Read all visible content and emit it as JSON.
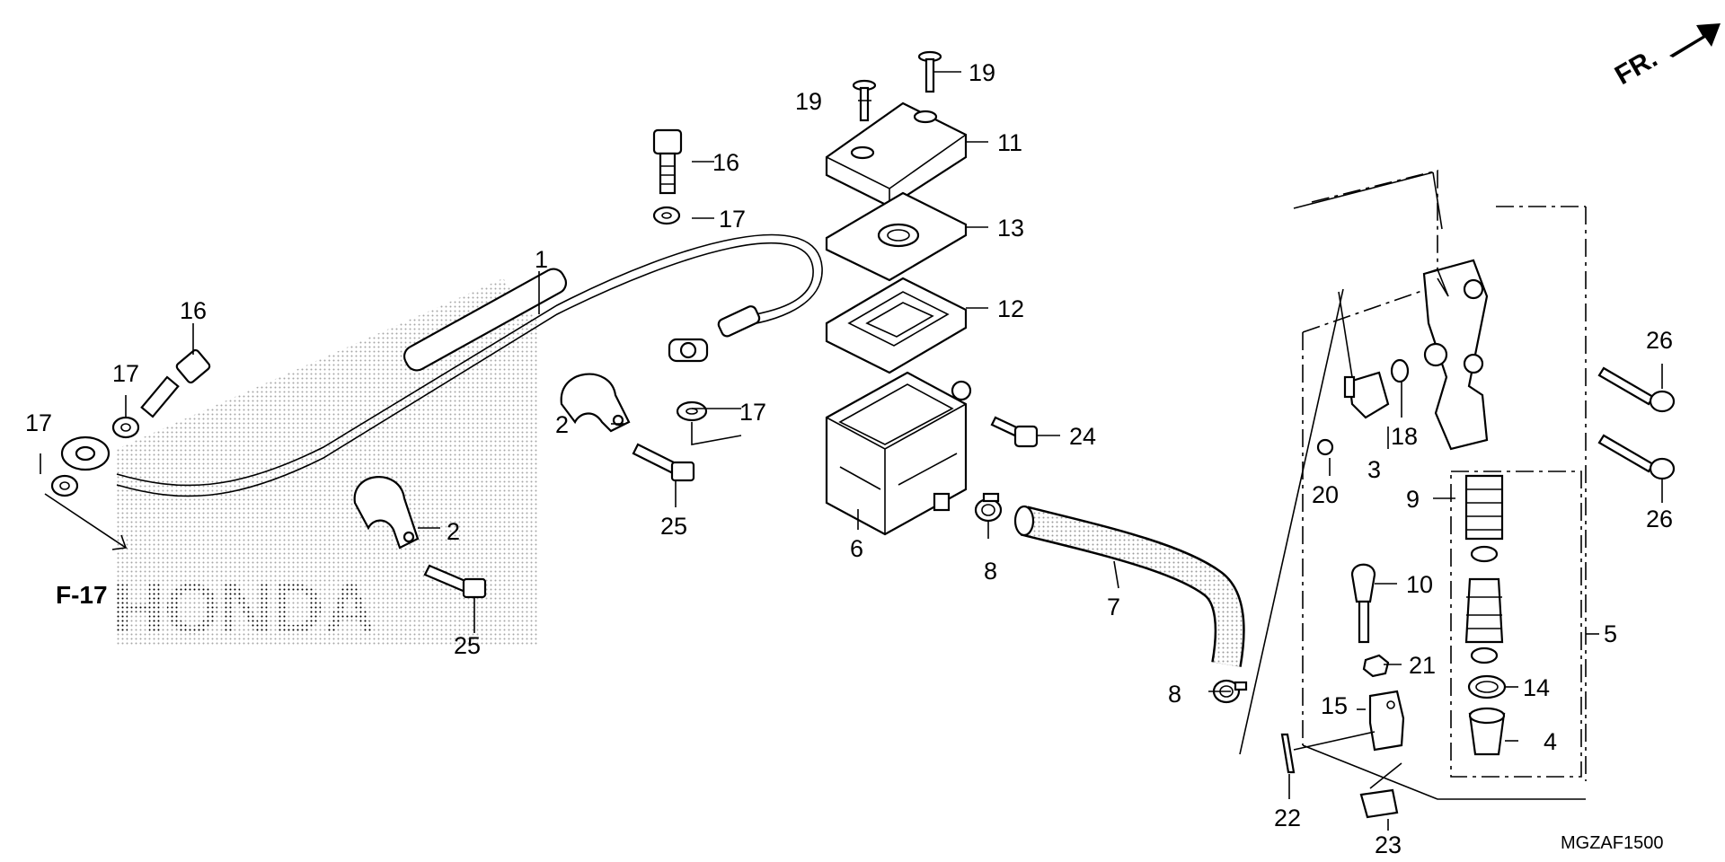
{
  "diagram": {
    "code": "MGZAF1500",
    "front_label": "FR.",
    "reference": "F-17",
    "watermark": "HONDA"
  },
  "callouts": {
    "c1": "1",
    "c2a": "2",
    "c2b": "2",
    "c3": "3",
    "c4": "4",
    "c5": "5",
    "c6": "6",
    "c7": "7",
    "c8a": "8",
    "c8b": "8",
    "c9": "9",
    "c10": "10",
    "c11": "11",
    "c12": "12",
    "c13": "13",
    "c14": "14",
    "c15": "15",
    "c16a": "16",
    "c16b": "16",
    "c17a": "17",
    "c17b": "17",
    "c17c": "17",
    "c17d": "17",
    "c18": "18",
    "c19a": "19",
    "c19b": "19",
    "c20": "20",
    "c21": "21",
    "c22": "22",
    "c23": "23",
    "c24": "24",
    "c25a": "25",
    "c25b": "25",
    "c26a": "26",
    "c26b": "26"
  }
}
